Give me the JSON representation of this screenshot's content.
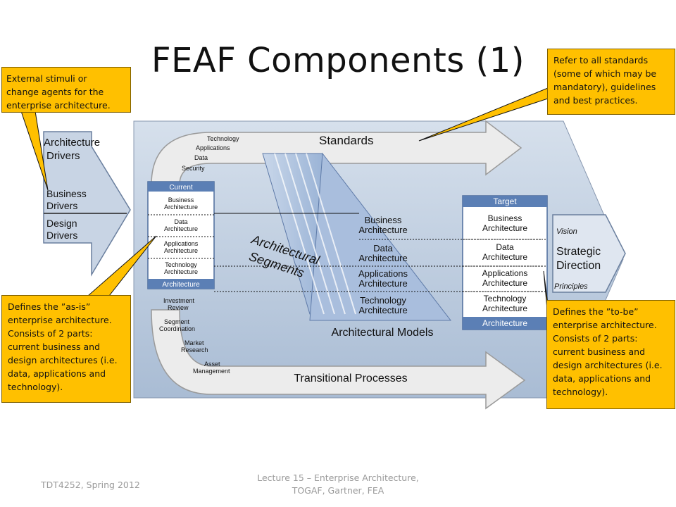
{
  "slide": {
    "title": "FEAF Components (1)",
    "footer_left": "TDT4252, Spring 2012",
    "footer_center_line1": "Lecture 15 – Enterprise Architecture,",
    "footer_center_line2": "TOGAF, Gartner, FEA"
  },
  "diagram": {
    "drivers": {
      "title_line1": "Architecture",
      "title_line2": "Drivers",
      "business_line1": "Business",
      "business_line2": "Drivers",
      "design_line1": "Design",
      "design_line2": "Drivers"
    },
    "standards": {
      "label": "Standards",
      "items": [
        "Technology",
        "Applications",
        "Data",
        "Security"
      ]
    },
    "current": {
      "header": "Current",
      "rows": [
        [
          "Business",
          "Architecture"
        ],
        [
          "Data",
          "Architecture"
        ],
        [
          "Applications",
          "Architecture"
        ],
        [
          "Technology",
          "Architecture"
        ]
      ],
      "footer": "Architecture"
    },
    "segments": {
      "line1": "Architectural",
      "line2": "Segments"
    },
    "models": {
      "label": "Architectural Models",
      "rows": [
        [
          "Business",
          "Architecture"
        ],
        [
          "Data",
          "Architecture"
        ],
        [
          "Applications",
          "Architecture"
        ],
        [
          "Technology",
          "Architecture"
        ]
      ]
    },
    "target": {
      "header": "Target",
      "rows": [
        [
          "Business",
          "Architecture"
        ],
        [
          "Data",
          "Architecture"
        ],
        [
          "Applications",
          "Architecture"
        ],
        [
          "Technology",
          "Architecture"
        ]
      ],
      "footer": "Architecture"
    },
    "vision": {
      "vision": "Vision",
      "strategic_line1": "Strategic",
      "strategic_line2": "Direction",
      "principles": "Principles"
    },
    "transitional": {
      "label": "Transitional Processes",
      "items": [
        [
          "Investment",
          "Review"
        ],
        [
          "Segment",
          "Coordination"
        ],
        [
          "Market",
          "Research"
        ],
        [
          "Asset",
          "Management"
        ]
      ]
    }
  },
  "callouts": {
    "drivers": [
      "External stimuli or",
      "change agents for the",
      "enterprise architecture."
    ],
    "standards": [
      "Refer to all standards",
      "(some of which may be",
      "mandatory), guidelines",
      "and best practices."
    ],
    "as_is": [
      "Defines the ”as-is”",
      "enterprise architecture.",
      "Consists of 2 parts:",
      "current business and",
      "design architectures (i.e.",
      "data, applications and",
      "technology)."
    ],
    "to_be": [
      "Defines the ”to-be”",
      "enterprise architecture.",
      "Consists of 2 parts:",
      "current business and",
      "design architectures (i.e.",
      "data, applications and",
      "technology)."
    ]
  },
  "colors": {
    "callout": "#ffc000",
    "panel": "#b8c8dc",
    "box_header": "#5b7fb5",
    "pyramid": "#a6bede",
    "arrow": "#e8e8e8"
  }
}
